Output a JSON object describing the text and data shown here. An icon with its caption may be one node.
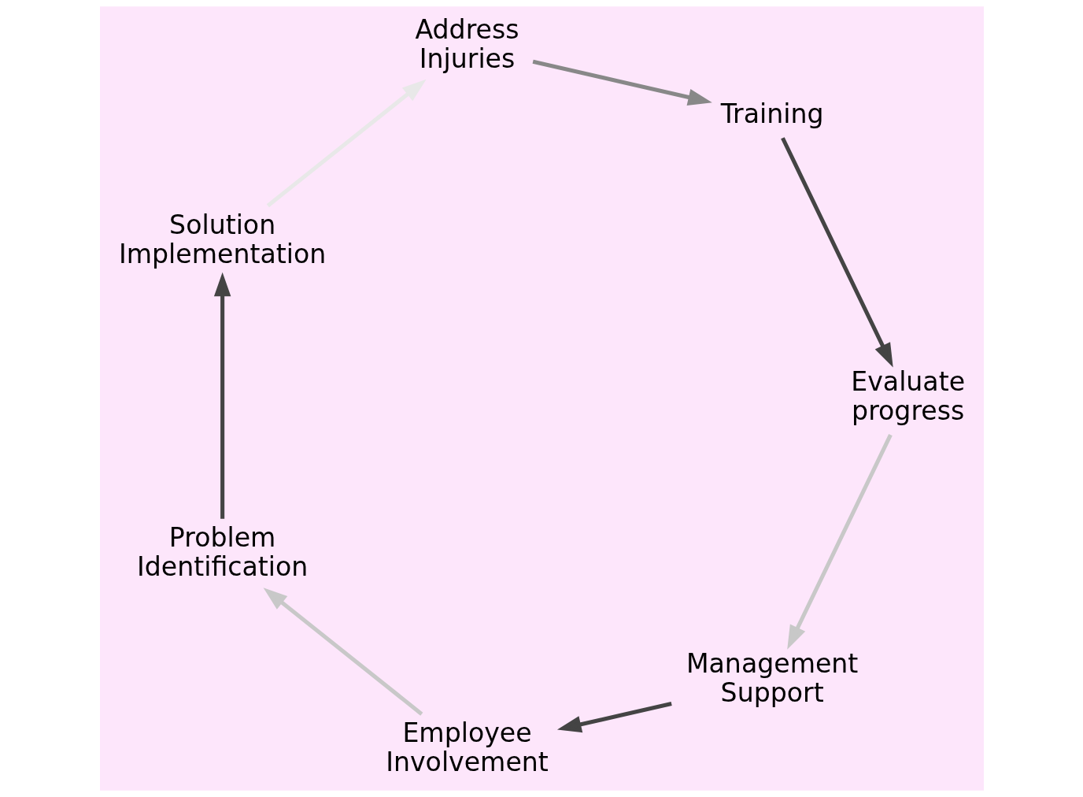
{
  "diagram": {
    "nodes": [
      {
        "text": [
          "Management Support"
        ]
      },
      {
        "text": [
          "Employee Involvement"
        ]
      },
      {
        "text": [
          "Problem Identification"
        ]
      },
      {
        "text": [
          "Solution Implementation"
        ]
      },
      {
        "text": [
          "Address Injuries"
        ]
      },
      {
        "text": [
          "Training"
        ]
      },
      {
        "text": [
          "Evaluate progress"
        ]
      }
    ],
    "edges": [
      {
        "from": 0,
        "to": 1,
        "arrow": "to"
      },
      {
        "from": 1,
        "to": 2,
        "arrow": "to",
        "color": "#c8c8c8"
      },
      {
        "from": 2,
        "to": 3,
        "arrow": "to"
      },
      {
        "from": 3,
        "to": 4,
        "arrow": "to",
        "color": "#e8e8e8"
      },
      {
        "from": 4,
        "to": 5,
        "arrow": "to",
        "color": "#888888"
      },
      {
        "from": 5,
        "to": 6,
        "arrow": "to"
      },
      {
        "from": 6,
        "to": 0,
        "arrow": "to",
        "color": "#c8c8c8"
      }
    ]
  }
}
